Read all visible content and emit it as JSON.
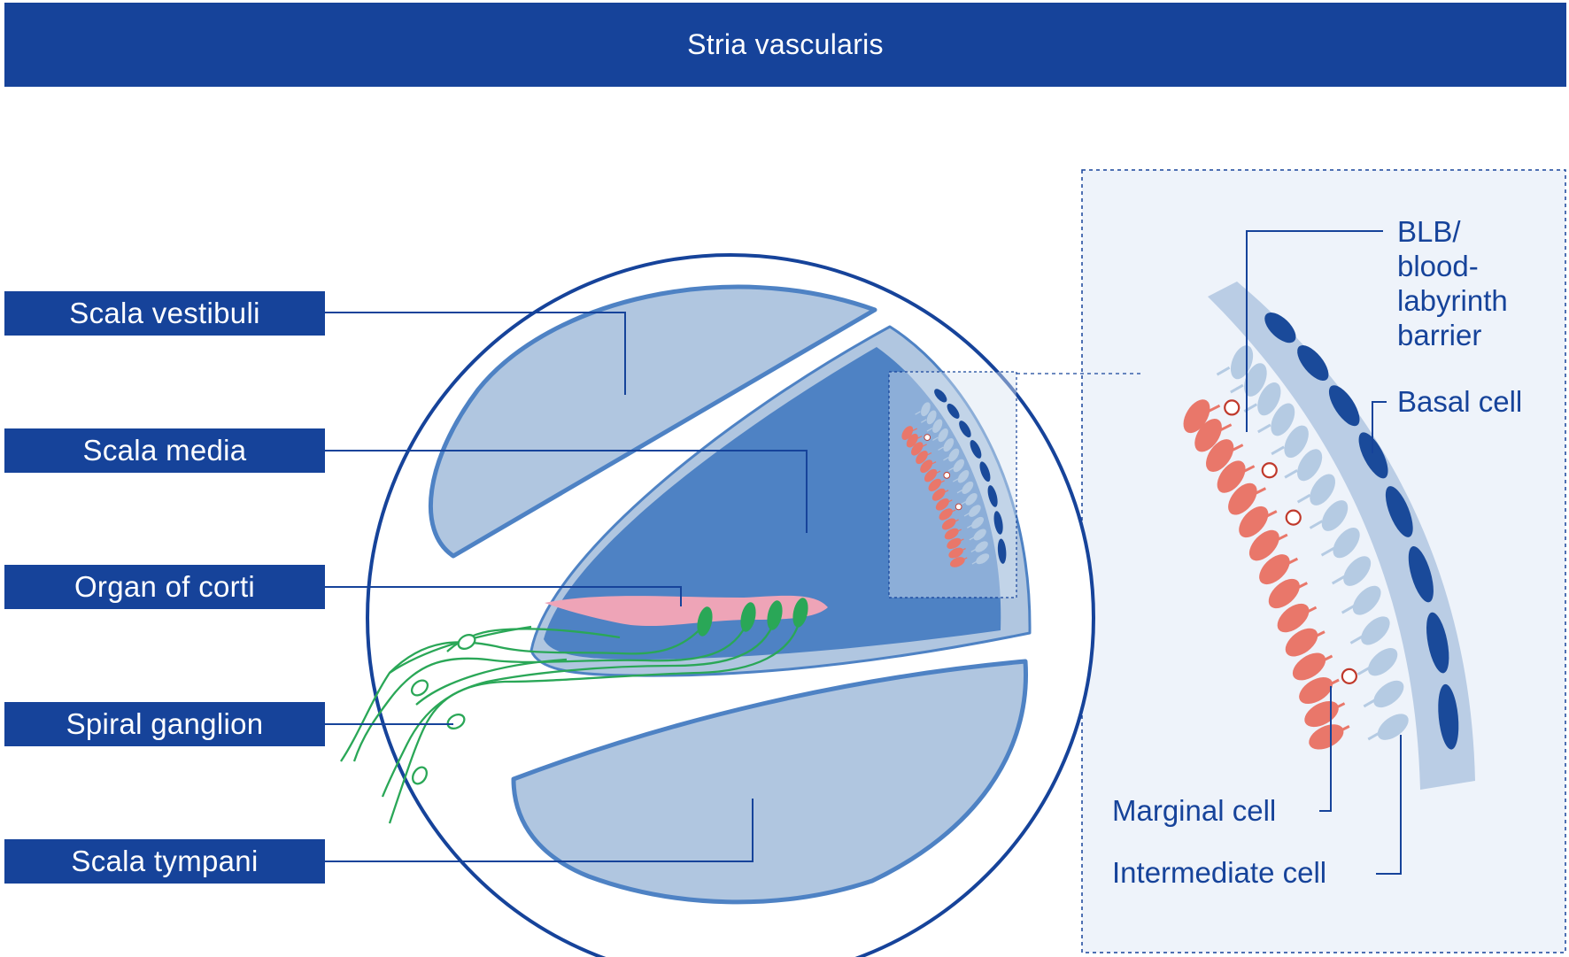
{
  "header": {
    "title": "Stria vascularis"
  },
  "labels": {
    "scala_vestibuli": "Scala vestibuli",
    "scala_media": "Scala media",
    "organ_of_corti": "Organ of corti",
    "spiral_ganglion": "Spiral ganglion",
    "scala_tympani": "Scala tympani"
  },
  "callouts": {
    "blb_line1": "BLB/",
    "blb_line2": "blood-",
    "blb_line3": "labyrinth",
    "blb_line4": "barrier",
    "basal_cell": "Basal cell",
    "marginal_cell": "Marginal cell",
    "intermediate_cell": "Intermediate cell"
  },
  "colors": {
    "navy": "#16439a",
    "compartment_light": "#b0c6e0",
    "compartment_dark": "#4e82c4",
    "inset_bg": "#eef3fa",
    "marginal_cell": "#e9776a",
    "intermediate_cell": "#b5cbe3",
    "basal_cell": "#1a4a9a",
    "corti": "#eea4b7",
    "nerve": "#2aa757"
  }
}
